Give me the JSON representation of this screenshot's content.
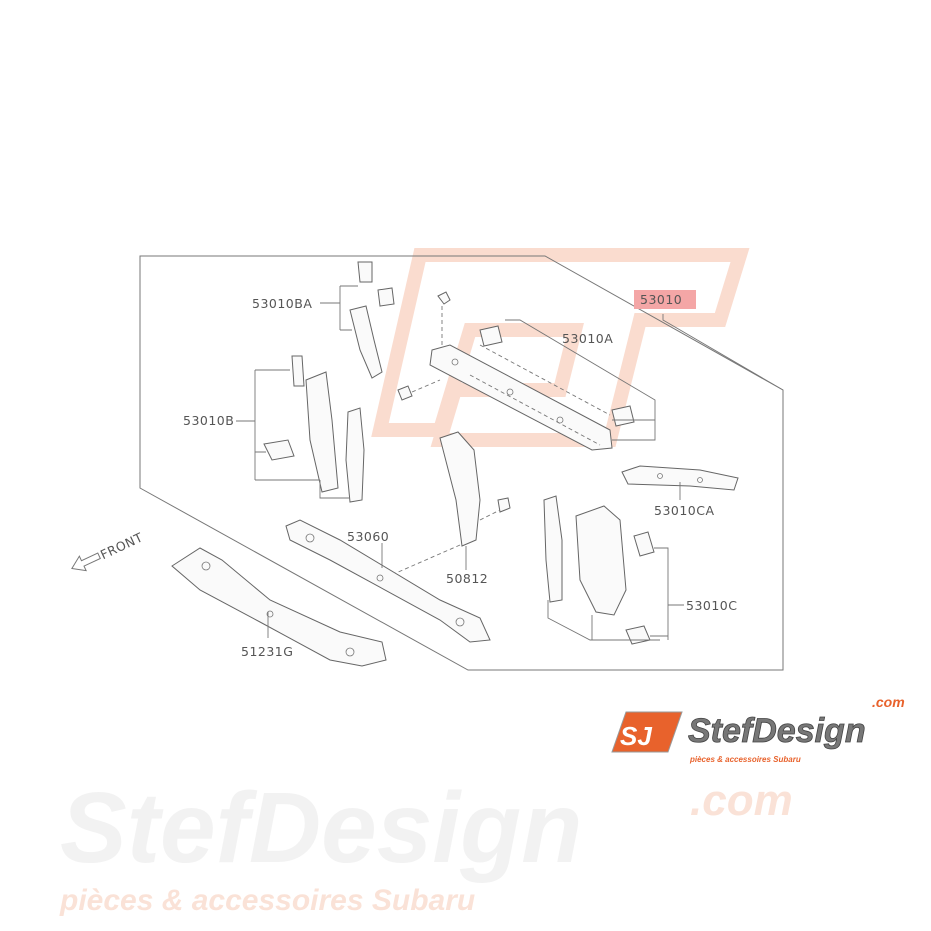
{
  "diagram": {
    "direction_label": "FRONT",
    "parts": [
      {
        "id": "53010BA",
        "highlighted": false
      },
      {
        "id": "53010",
        "highlighted": true
      },
      {
        "id": "53010A",
        "highlighted": false
      },
      {
        "id": "53010B",
        "highlighted": false
      },
      {
        "id": "53010CA",
        "highlighted": false
      },
      {
        "id": "53060",
        "highlighted": false
      },
      {
        "id": "50812",
        "highlighted": false
      },
      {
        "id": "53010C",
        "highlighted": false
      },
      {
        "id": "51231G",
        "highlighted": false
      }
    ],
    "highlight_color": "#f4a6a6"
  },
  "watermark": {
    "brand": "StefDesign",
    "domain": ".com",
    "tagline": "pièces & accessoires Subaru"
  },
  "logo": {
    "mark": "SJ",
    "brand": "StefDesign",
    "domain": ".com",
    "tagline": "pièces & accessoires Subaru",
    "accent_color": "#e8622c"
  }
}
